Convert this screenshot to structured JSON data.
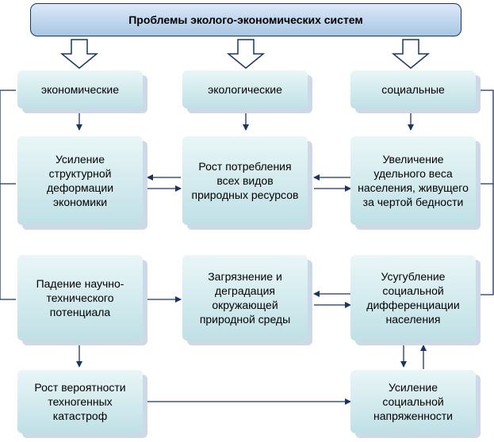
{
  "title": "Проблемы эколого-экономических систем",
  "categories": {
    "economic": "экономические",
    "ecological": "экологические",
    "social": "социальные"
  },
  "boxes": {
    "structural_deformation": "Усиление структурной деформации экономики",
    "resource_consumption": "Рост потребления всех видов природных ресурсов",
    "poverty_share": "Увеличение удельного веса населения, живущего за чертой бедности",
    "scientific_decline": "Падение научно-технического потенциала",
    "pollution": "Загрязнение и деградация окружающей природной среды",
    "differentiation": "Усугубление социальной дифференциации населения",
    "technogenic_catastrophes": "Рост вероятности техногенных катастроф",
    "social_tension": "Усиление социальной напряженности"
  },
  "colors": {
    "line": "#1b3563",
    "box_top": "#eaf6f7",
    "box_bottom": "#bfe0e6",
    "shadow": "#cdd9e6"
  }
}
